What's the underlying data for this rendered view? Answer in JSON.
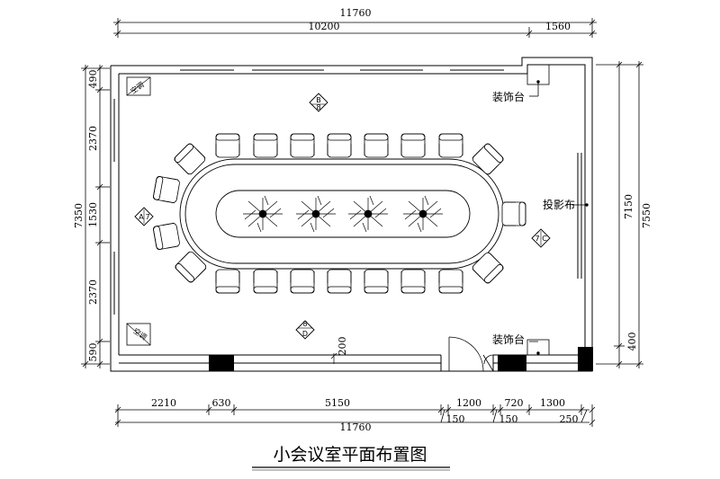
{
  "title": "小会议室平面布置图",
  "top_dims": {
    "total": "11760",
    "left": "10200",
    "right": "1560"
  },
  "bottom_dims": {
    "a": "2210",
    "b": "630",
    "c": "5150",
    "d": "1200",
    "e": "720",
    "f": "1300",
    "total": "11760",
    "g": "150",
    "h": "150",
    "i": "250"
  },
  "left_dims": {
    "total": "7350",
    "a": "490",
    "b": "2370",
    "c": "1530",
    "d": "2370",
    "e": "590"
  },
  "right_dims": {
    "outer": "7550",
    "inner": "7150",
    "small": "400"
  },
  "inner_dim": "200",
  "labels": {
    "deco_top": "装饰台",
    "deco_bottom": "装饰台",
    "screen": "投影布",
    "ac_top": "空调",
    "ac_bottom": "空调"
  },
  "markers": {
    "B": {
      "letter": "B",
      "num": "8"
    },
    "A": {
      "letter": "A",
      "num": "7"
    },
    "C": {
      "letter": "C",
      "num": "7"
    },
    "D": {
      "letter": "D",
      "num": "8"
    }
  }
}
